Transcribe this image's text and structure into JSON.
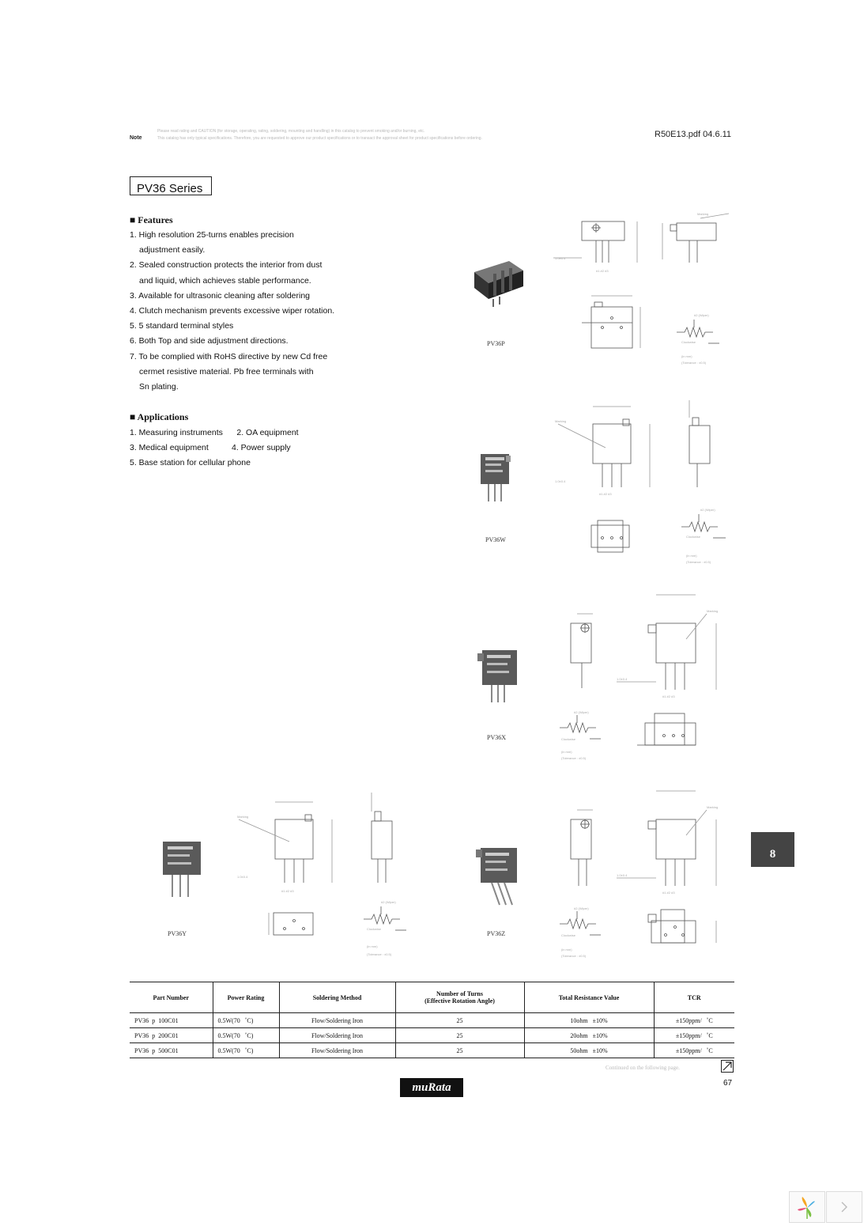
{
  "header": {
    "note_mark": "Note",
    "note_line_1": "Please read rating and        CAUTION (for storage, operating, rating, soldering, mounting and handling) in this catalog to prevent smoking and/or burning, etc.",
    "note_line_2": "This catalog has only typical specifications. Therefore, you are requested to approve our product specifications or to transact the approval sheet for product specifications before ordering.",
    "file_ref": "R50E13.pdf 04.6.11"
  },
  "series_title": "PV36 Series",
  "features": {
    "title": "■ Features",
    "items": [
      "1. High resolution 25-turns enables precision",
      "adjustment easily.",
      "2. Sealed construction protects the interior from dust",
      "and liquid, which achieves stable performance.",
      "3. Available for ultrasonic cleaning after soldering",
      "4. Clutch mechanism prevents excessive wiper rotation.",
      "5. 5 standard terminal styles",
      "6. Both Top and side adjustment directions.",
      "7. To be complied with RoHS directive by new Cd free",
      "cermet resistive material. Pb free terminals with",
      "Sn plating."
    ]
  },
  "applications": {
    "title": "■ Applications",
    "items": [
      "1. Measuring instruments      2. OA equipment",
      "3. Medical equipment          4. Power supply",
      "5. Base station for cellular phone"
    ]
  },
  "models": {
    "p": "PV36P",
    "w": "PV36W",
    "x": "PV36X",
    "y": "PV36Y",
    "z": "PV36Z"
  },
  "section_tab": "8",
  "table": {
    "headers": {
      "part": "Part Number",
      "power": "Power Rating",
      "solder": "Soldering Method",
      "turns_1": "Number of Turns",
      "turns_2": "(Effective Rotation Angle)",
      "resistance": "Total Resistance Value",
      "tcr": "TCR"
    },
    "rows": [
      {
        "part": "PV36  p  100C01",
        "power": "0.5W(70   ˚C)",
        "solder": "Flow/Soldering Iron",
        "turns": "25",
        "resistance": "10ohm   ±10%",
        "tcr": "±150ppm/   ˚C"
      },
      {
        "part": "PV36  p  200C01",
        "power": "0.5W(70   ˚C)",
        "solder": "Flow/Soldering Iron",
        "turns": "25",
        "resistance": "20ohm   ±10%",
        "tcr": "±150ppm/   ˚C"
      },
      {
        "part": "PV36  p  500C01",
        "power": "0.5W(70   ˚C)",
        "solder": "Flow/Soldering Iron",
        "turns": "25",
        "resistance": "50ohm   ±10%",
        "tcr": "±150ppm/   ˚C"
      }
    ]
  },
  "footer": {
    "continued": "Continued on the following page.",
    "page_number": "67",
    "logo": "muRata"
  },
  "icons": {
    "continue_arrow": "arrow-up-right-icon",
    "next_page": "chevron-right-icon",
    "viewer_logo": "pinwheel-logo-icon"
  }
}
